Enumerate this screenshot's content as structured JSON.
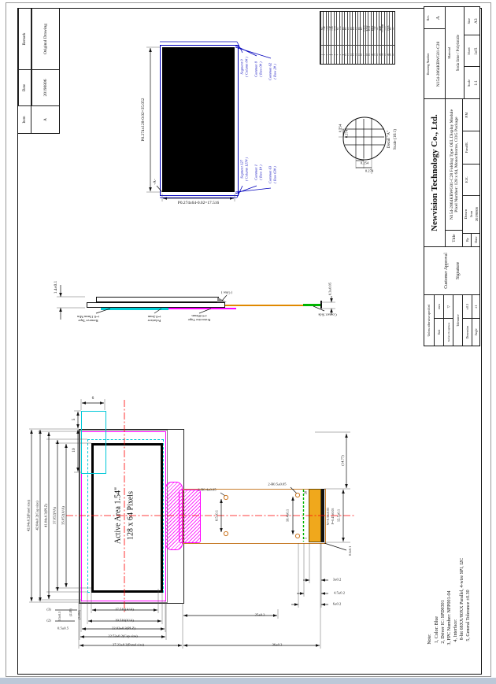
{
  "revision_table": {
    "item_label": "Item",
    "date_label": "Date",
    "remark_label": "Remark",
    "item": "A",
    "date": "20190806",
    "remark": "Original Drawing"
  },
  "pin_table": {
    "numbers": [
      "1",
      "2",
      "3",
      "4",
      "5",
      "6",
      "7",
      "8",
      "9",
      "10",
      "11",
      "12",
      "13",
      "14",
      "15",
      "16",
      "17",
      "18",
      "19",
      "20",
      "21",
      "22",
      "23",
      "24",
      "25",
      "26",
      "27",
      "28"
    ],
    "names": [
      "NC",
      "C2P",
      "C2N",
      "C1P",
      "C1N",
      "VBAT",
      "NC",
      "VSS",
      "D0",
      "D1",
      "D2",
      "D3",
      "D4",
      "D5",
      "D6",
      "D7",
      "E/RD#",
      "R/W#",
      "D/C#",
      "RES#",
      "CS#",
      "NC",
      "IREF",
      "VCOMH",
      "VCC",
      "VLSS",
      "NC",
      "NC"
    ]
  },
  "panel_view": {
    "dim_height": "P0.274x128-0.02=35.052",
    "dim_width": "P0.274x64-0.02=17.516",
    "datum": "-A-",
    "seg0": "Segment 0",
    "seg0_sub": "( Column 0# )",
    "com0": "Common 0",
    "com0_sub": "( Row 0# )",
    "com62": "Common 62",
    "com62_sub": "( Row 2# )",
    "seg127": "Segment 127",
    "seg127_sub": "( Column 127# )",
    "com1": "Common 1",
    "com1_sub": "( Row 1# )",
    "com63": "Common 63",
    "com63_sub": "( Row 63# )"
  },
  "detail_a": {
    "title": "Detail \"A\"",
    "scale": "Scale (10:1)",
    "dim1": "0.254",
    "dim2": "0.274",
    "dim3": "0.254",
    "dim4": "0.274"
  },
  "section_view": {
    "thickness": "1.4±0.1",
    "remove_tape": "Remove Tape",
    "remove_tape_t": "t=0.15mm Min",
    "polarizer": "Polarizer",
    "polarizer_t": "t=0.2mm",
    "glue": "( Glue )",
    "protective_tape": "Protective Tape",
    "protective_tape_t": "t=0.05mm",
    "contact_side": "Contact Side",
    "contact_t": "0.3±0.05"
  },
  "front_view": {
    "active1": "Active Area 1.54\"",
    "active2": "128 x 64 Pixels",
    "panel_v": "42.04±0.2(Panel size)",
    "cap_v": "42.04±0.2(Cap size)",
    "plz_v": "41.04±0.3(PLZ)",
    "va_v": "37.052(VA)",
    "aa_v": "35.052(A/A)",
    "aa_h": "17.516(A/A)",
    "va_h": "19.516(V/A)",
    "plz_h": "22.02±0.3(PLZ)",
    "cap_h": "22.52±0.2(Cap size)",
    "panel_h": "27.22±0.2(Panel size)",
    "tab_w": "6",
    "tab_over": "5",
    "tab_depth": "10",
    "m3": "(3)",
    "m2": "(2)",
    "m05a": "0.5±0.5",
    "m05b": "0.5±0.5",
    "m249": "(2.49)",
    "m3494": "(3.494)",
    "holes1": "2-R0.4±0.05",
    "span1": "8.5±0.1",
    "holes2": "2-R0.5±0.05",
    "span2": "10.4±0.1",
    "conn_h": "12.5±0.1",
    "pin_w": "W=0.35±0.03",
    "pin_p": "P=0.45±0.05",
    "end_w": "0.5±0.1",
    "fpc_len": "(14.77)",
    "c3": "3±0.2",
    "c45": "4.5±0.2",
    "c6": "6±0.2",
    "c25": "25±0.2",
    "c36": "36±0.2",
    "pin_top": "28",
    "pin_bottom": "1"
  },
  "notes": {
    "lines": [
      "Note:",
      "1, Color: Blue",
      "2, Driver IC: SPD0301",
      "3, FPC Number: NFP001-04",
      "4, Interface:",
      "8-bit 68XX/80XX Parallel, 4-wire SPI, I2C",
      "5, General Tolerance ±0.30"
    ]
  },
  "title_block": {
    "company": "Newvision Technology Co., Ltd.",
    "title_label": "Title",
    "title_line1": "N154-2864KBWG01-C28 Folding Type OEL Display Module",
    "title_line2": "Pixel Number: 128 x 64, Monochrome, COG Package",
    "drawing_number_label": "Drawing Number",
    "drawing_number": "N154-2864KBWG01-C28",
    "rev_label": "Rev.",
    "rev": "A",
    "material_label": "Material",
    "material": "Soda lime / Polyimide",
    "scale_label": "Scale",
    "scale": "1:1",
    "sheet_label": "Sheet",
    "sheet": "1of1",
    "size_label": "Size",
    "size": "A3",
    "drawn_label": "Drawn",
    "drawn_by": "Jean",
    "drawn_date": "20190806",
    "by_label": "By",
    "date_label": "Date",
    "ee_label": "E.E.",
    "fand_label": "Fand/E.",
    "pm_label": "P.M",
    "customer_label": "Customer Approval",
    "signature_label": "Signature",
    "tol_header": "Unless otherwise specified",
    "unit_label": "Unit",
    "unit": "mm",
    "surface_label": "Surface Roughness",
    "surface_symbol": "▽",
    "tolerance_label": "Tolerance",
    "dimension_label": "Dimension",
    "dimension_tol": "±0.3",
    "angle_label": "Angle",
    "angle_tol": "±1"
  }
}
